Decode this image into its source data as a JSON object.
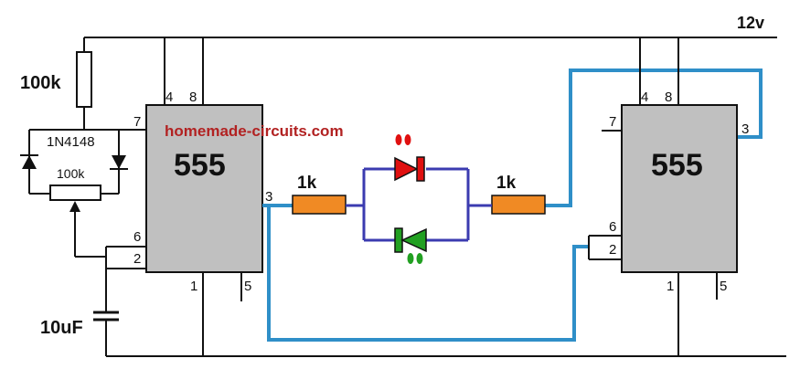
{
  "supply_label": "12v",
  "watermark": "homemade-circuits.com",
  "colors": {
    "wire": "#111111",
    "signal_wire": "#2f8fc8",
    "led_loop_wire": "#3b3bb0",
    "ic_body": "#c0c0c0",
    "resistor_orange": "#f08a24",
    "led_red": "#e01010",
    "led_green": "#22a022"
  },
  "ic_left": {
    "name": "555",
    "pins": {
      "p4": "4",
      "p8": "8",
      "p7": "7",
      "p3": "3",
      "p6": "6",
      "p2": "2",
      "p1": "1",
      "p5": "5"
    }
  },
  "ic_right": {
    "name": "555",
    "pins": {
      "p4": "4",
      "p8": "8",
      "p7": "7",
      "p3": "3",
      "p6": "6",
      "p2": "2",
      "p1": "1",
      "p5": "5"
    }
  },
  "components": {
    "r_top": "100k",
    "diode": "1N4148",
    "pot": "100k",
    "cap": "10uF",
    "r_series_left": "1k",
    "r_series_right": "1k"
  }
}
